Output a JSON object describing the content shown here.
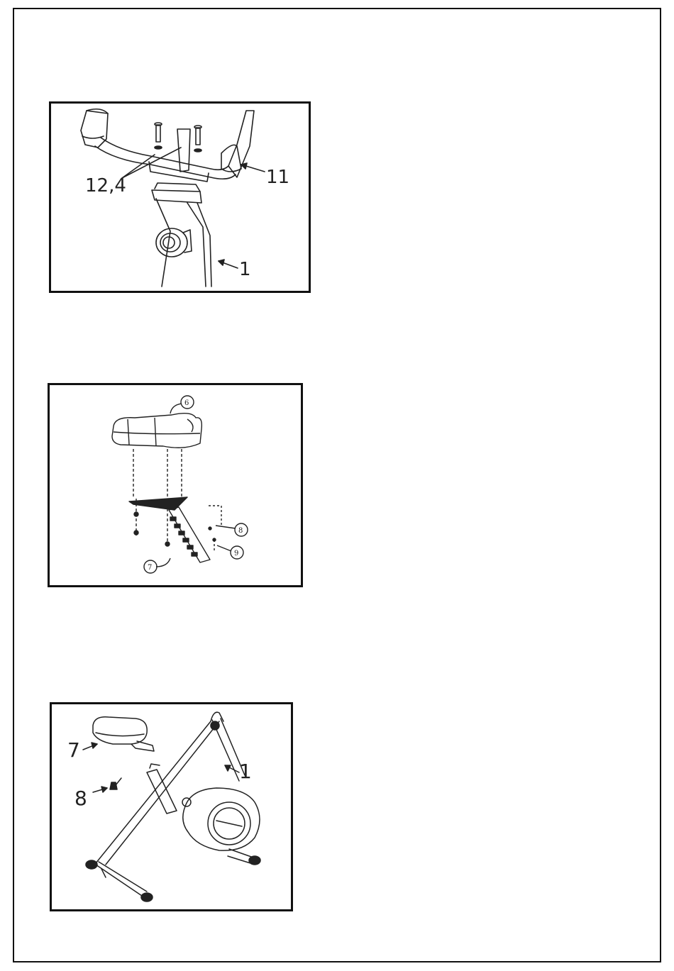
{
  "figures": [
    {
      "id": "handlebar-assembly",
      "callouts": {
        "bolts_washers": "12,4",
        "handlebar": "11",
        "frame": "1"
      }
    },
    {
      "id": "seat-post-assembly",
      "callouts": {
        "seat": "6",
        "bolt": "8",
        "knob": "9",
        "post": "7"
      }
    },
    {
      "id": "seat-install-overview",
      "callouts": {
        "seat": "7",
        "knob": "8",
        "frame": "1"
      }
    }
  ]
}
